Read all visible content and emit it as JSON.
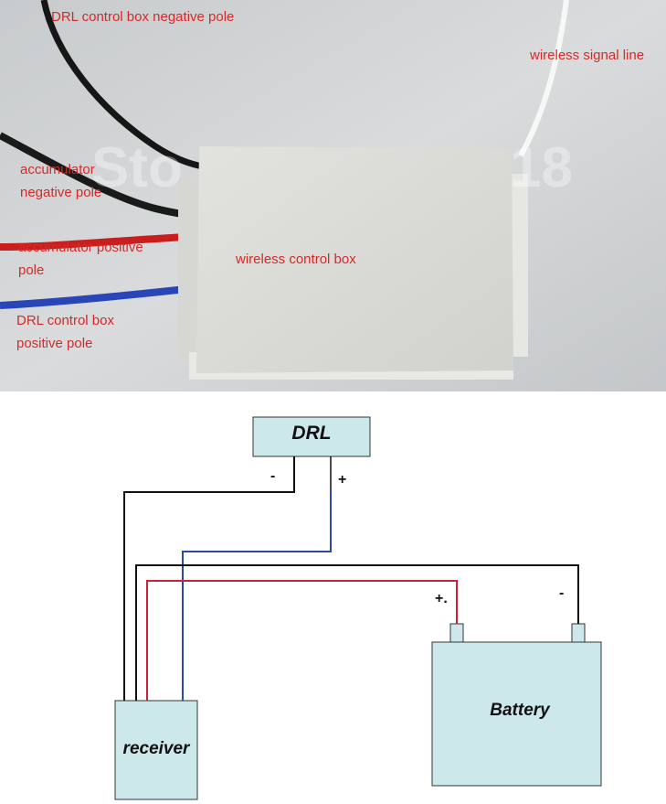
{
  "photo": {
    "watermark": "Sto 18",
    "labels": {
      "drl_negative": "DRL control box negative pole",
      "wireless_signal": "wireless signal line",
      "acc_negative": "accumulator negative pole",
      "acc_positive": "accumulator positive pole",
      "drl_positive": "DRL control box positive pole",
      "control_box": "wireless control box"
    },
    "colors": {
      "label": "#d42a2a",
      "background": "#d3d5d6",
      "box": "#dcdcd8"
    }
  },
  "diagram": {
    "drl_label": "DRL",
    "receiver_label": "receiver",
    "battery_label": "Battery",
    "drl_minus": "-",
    "drl_plus": "+",
    "battery_plus": "+.",
    "battery_minus": "-",
    "colors": {
      "box_fill": "#cce8ea",
      "black_wire": "#111111",
      "red_wire": "#cc1f3c",
      "blue_wire": "#2b4aa8"
    }
  }
}
